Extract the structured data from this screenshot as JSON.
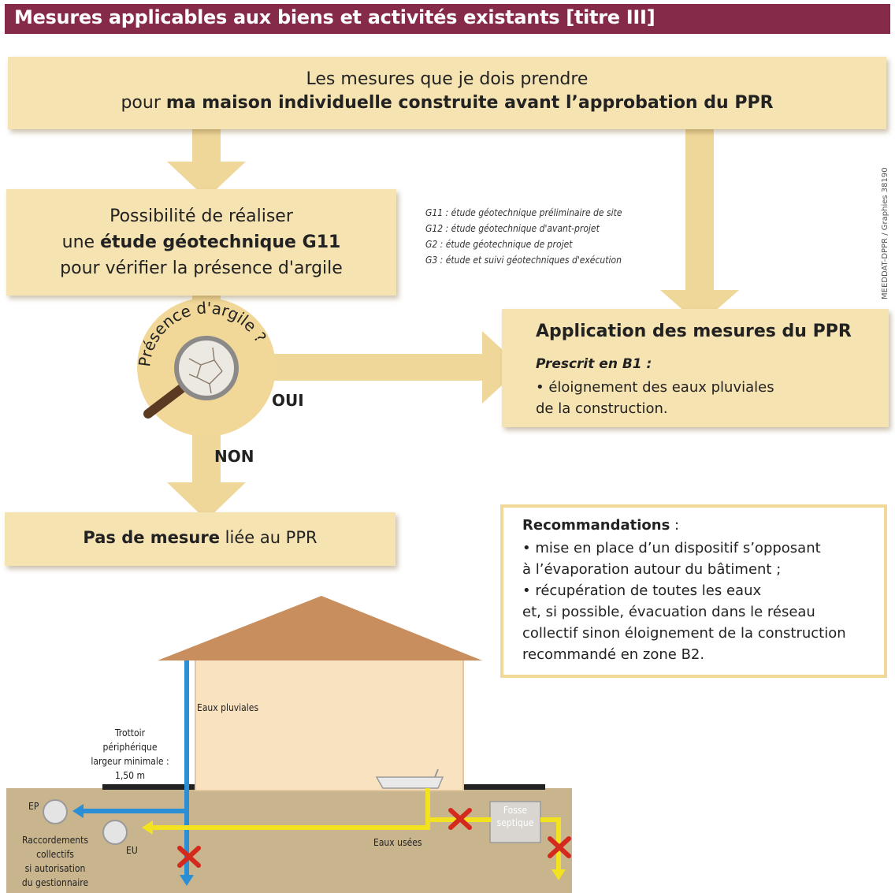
{
  "title": "Mesures applicables aux biens et activités existants [titre III]",
  "top_box": {
    "line1": "Les mesures que je dois prendre",
    "line2_prefix": "pour ",
    "line2_bold": "ma maison individuelle construite avant l’approbation du PPR"
  },
  "g11_box": {
    "line1": "Possibilité de réaliser",
    "line2_prefix": "une ",
    "line2_bold": "étude géotechnique G11",
    "line3": "pour vérifier la présence d'argile"
  },
  "legend": [
    "G11 : étude géotechnique préliminaire de site",
    "G12 : étude géotechnique d'avant-projet",
    "G2 : étude géotechnique de projet",
    "G3 : étude et suivi géotechniques d'exécution"
  ],
  "credit": "MEEDDAT-DPPR / Graphies 38190",
  "decision": {
    "question": "Présence d'argile ?",
    "yes": "OUI",
    "no": "NON"
  },
  "application": {
    "title": "Application des mesures du PPR",
    "subtitle": "Prescrit en B1 :",
    "line1": "• éloignement des eaux pluviales",
    "line2": "de la construction."
  },
  "no_measure": {
    "bold": "Pas de mesure",
    "rest": " liée au PPR"
  },
  "recommendations": {
    "title_bold": "Recommandations",
    "title_rest": " :",
    "lines": [
      "• mise en place d’un dispositif s’opposant",
      "à l’évaporation autour du bâtiment ;",
      "• récupération de toutes les eaux",
      "et, si possible, évacuation dans le réseau",
      "collectif sinon éloignement de la construction",
      "recommandé en zone B2."
    ]
  },
  "house": {
    "rainwater": "Eaux pluviales",
    "sidewalk": [
      "Trottoir",
      "périphérique",
      "largeur minimale :",
      "1,50 m"
    ],
    "ep": "EP",
    "eu": "EU",
    "connections": [
      "Raccordements",
      "collectifs",
      "si autorisation",
      "du gestionnaire"
    ],
    "wastewater": "Eaux usées",
    "septic": [
      "Fosse",
      "septique"
    ]
  },
  "colors": {
    "title_bar": "#862a4a",
    "box": "#f6e3b2",
    "arrow": "#efd79a",
    "rain_pipe": "#2b8fd6",
    "waste_pipe": "#f3e21f",
    "cross": "#d42a1e",
    "ground": "#c8b48d",
    "house_wall": "#f8e2c0",
    "roof": "#c98e5e"
  }
}
